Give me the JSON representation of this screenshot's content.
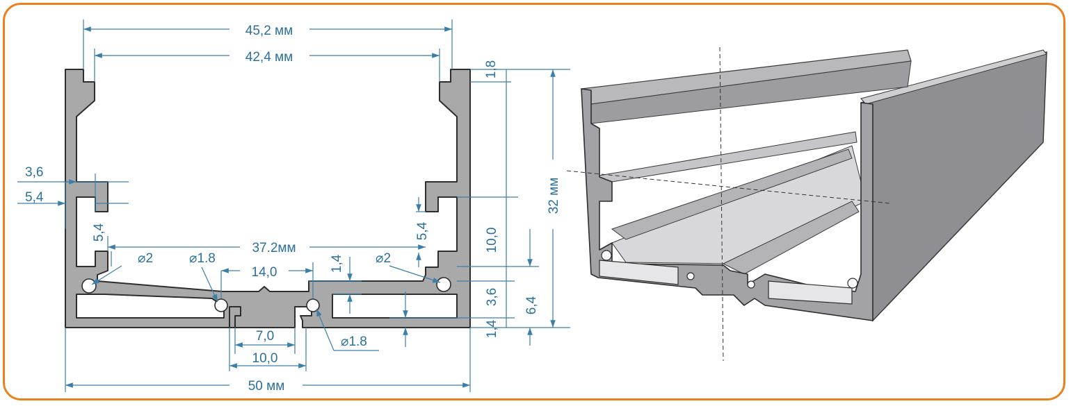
{
  "colors": {
    "frame": "#e8821e",
    "dimension_text": "#2b6f9c",
    "profile_fill": "#a9a9aa",
    "profile_3d_dark": "#8c8c90",
    "profile_3d_light": "#c8c8cc"
  },
  "drawing": {
    "title": "",
    "dimensions": {
      "outer_top_width": "45,2 мм",
      "inner_top_width": "42,4 мм",
      "top_lip": "1,8",
      "left_3_6": "3,6",
      "left_5_4": "5,4",
      "left_vertical_5_4": "5,4",
      "right_vertical_5_4": "5,4",
      "channel_width": "37.2мм",
      "hole_left": "⌀2",
      "hole_right": "⌀2",
      "hole_center_left": "⌀1.8",
      "hole_center_bottom": "⌀1.8",
      "center_14": "14,0",
      "v_1_4_top": "1,4",
      "v_10_0": "10,0",
      "v_3_6": "3,6",
      "v_1_4_bottom": "1,4",
      "v_6_4": "6,4",
      "height_total": "32 мм",
      "slot_7": "7,0",
      "slot_10": "10,0",
      "bottom_width": "50 мм"
    }
  }
}
